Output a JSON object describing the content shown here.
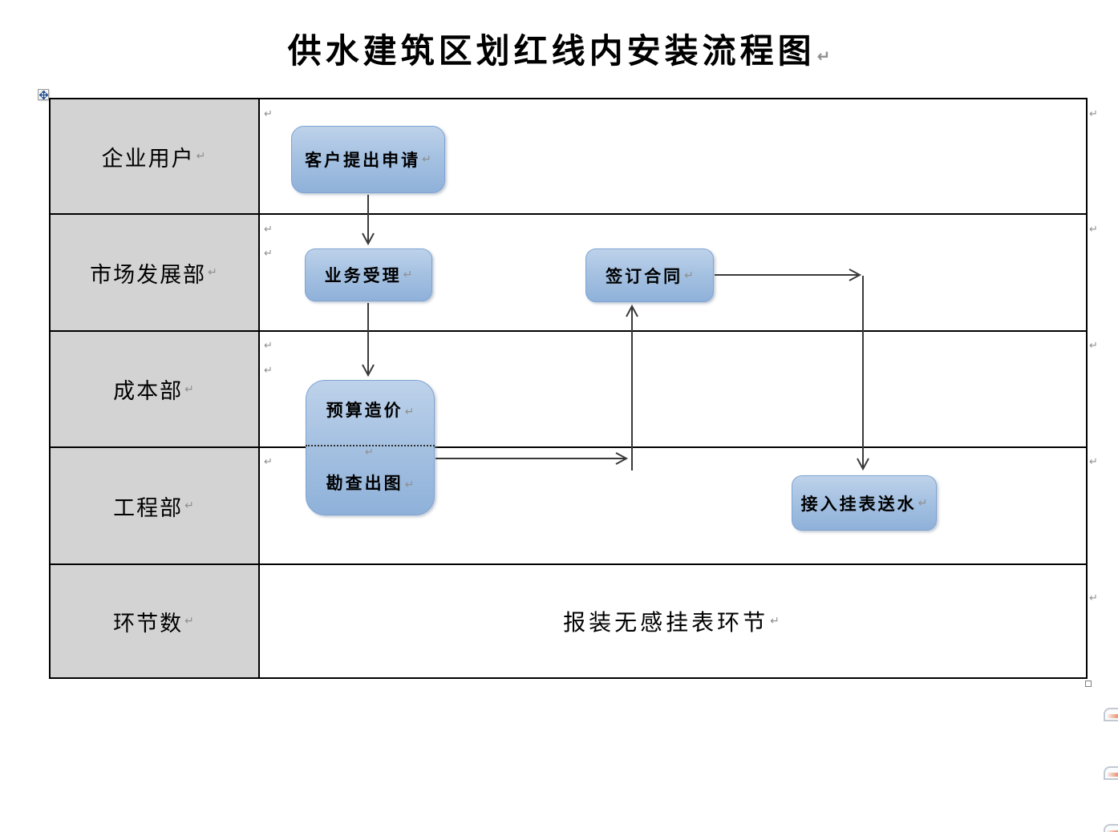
{
  "document": {
    "title": "供水建筑区划红线内安装流程图"
  },
  "swimlanes": [
    {
      "label": "企业用户"
    },
    {
      "label": "市场发展部"
    },
    {
      "label": "成本部"
    },
    {
      "label": "工程部"
    },
    {
      "label": "环节数"
    }
  ],
  "flow": {
    "nodes": [
      {
        "id": "customer-request",
        "label": "客户提出申请"
      },
      {
        "id": "business-acceptance",
        "label": "业务受理"
      },
      {
        "id": "budget-pricing",
        "label": "预算造价"
      },
      {
        "id": "survey-drawing",
        "label": "勘查出图"
      },
      {
        "id": "sign-contract",
        "label": "签订合同"
      },
      {
        "id": "meter-water-supply",
        "label": "接入挂表送水"
      }
    ],
    "edges": [
      {
        "from": "客户提出申请",
        "to": "业务受理"
      },
      {
        "from": "业务受理",
        "to": "预算造价"
      },
      {
        "from": "勘查出图",
        "to": "签订合同"
      },
      {
        "from": "签订合同",
        "to": "接入挂表送水"
      }
    ],
    "process_note": "报装无感挂表环节"
  },
  "marks": {
    "pilcrow": "↵"
  },
  "colors": {
    "node_fill_top": "#bed2ea",
    "node_fill_bottom": "#8fb1d9",
    "node_border": "#7ea4d3",
    "lane_header_bg": "#d3d3d3",
    "table_border": "#000000",
    "arrow": "#3a3a3a",
    "pilcrow_gray": "#8f8f8f",
    "move_handle_blue": "#2b5797",
    "margin_icon_orange": "#e8734a"
  }
}
